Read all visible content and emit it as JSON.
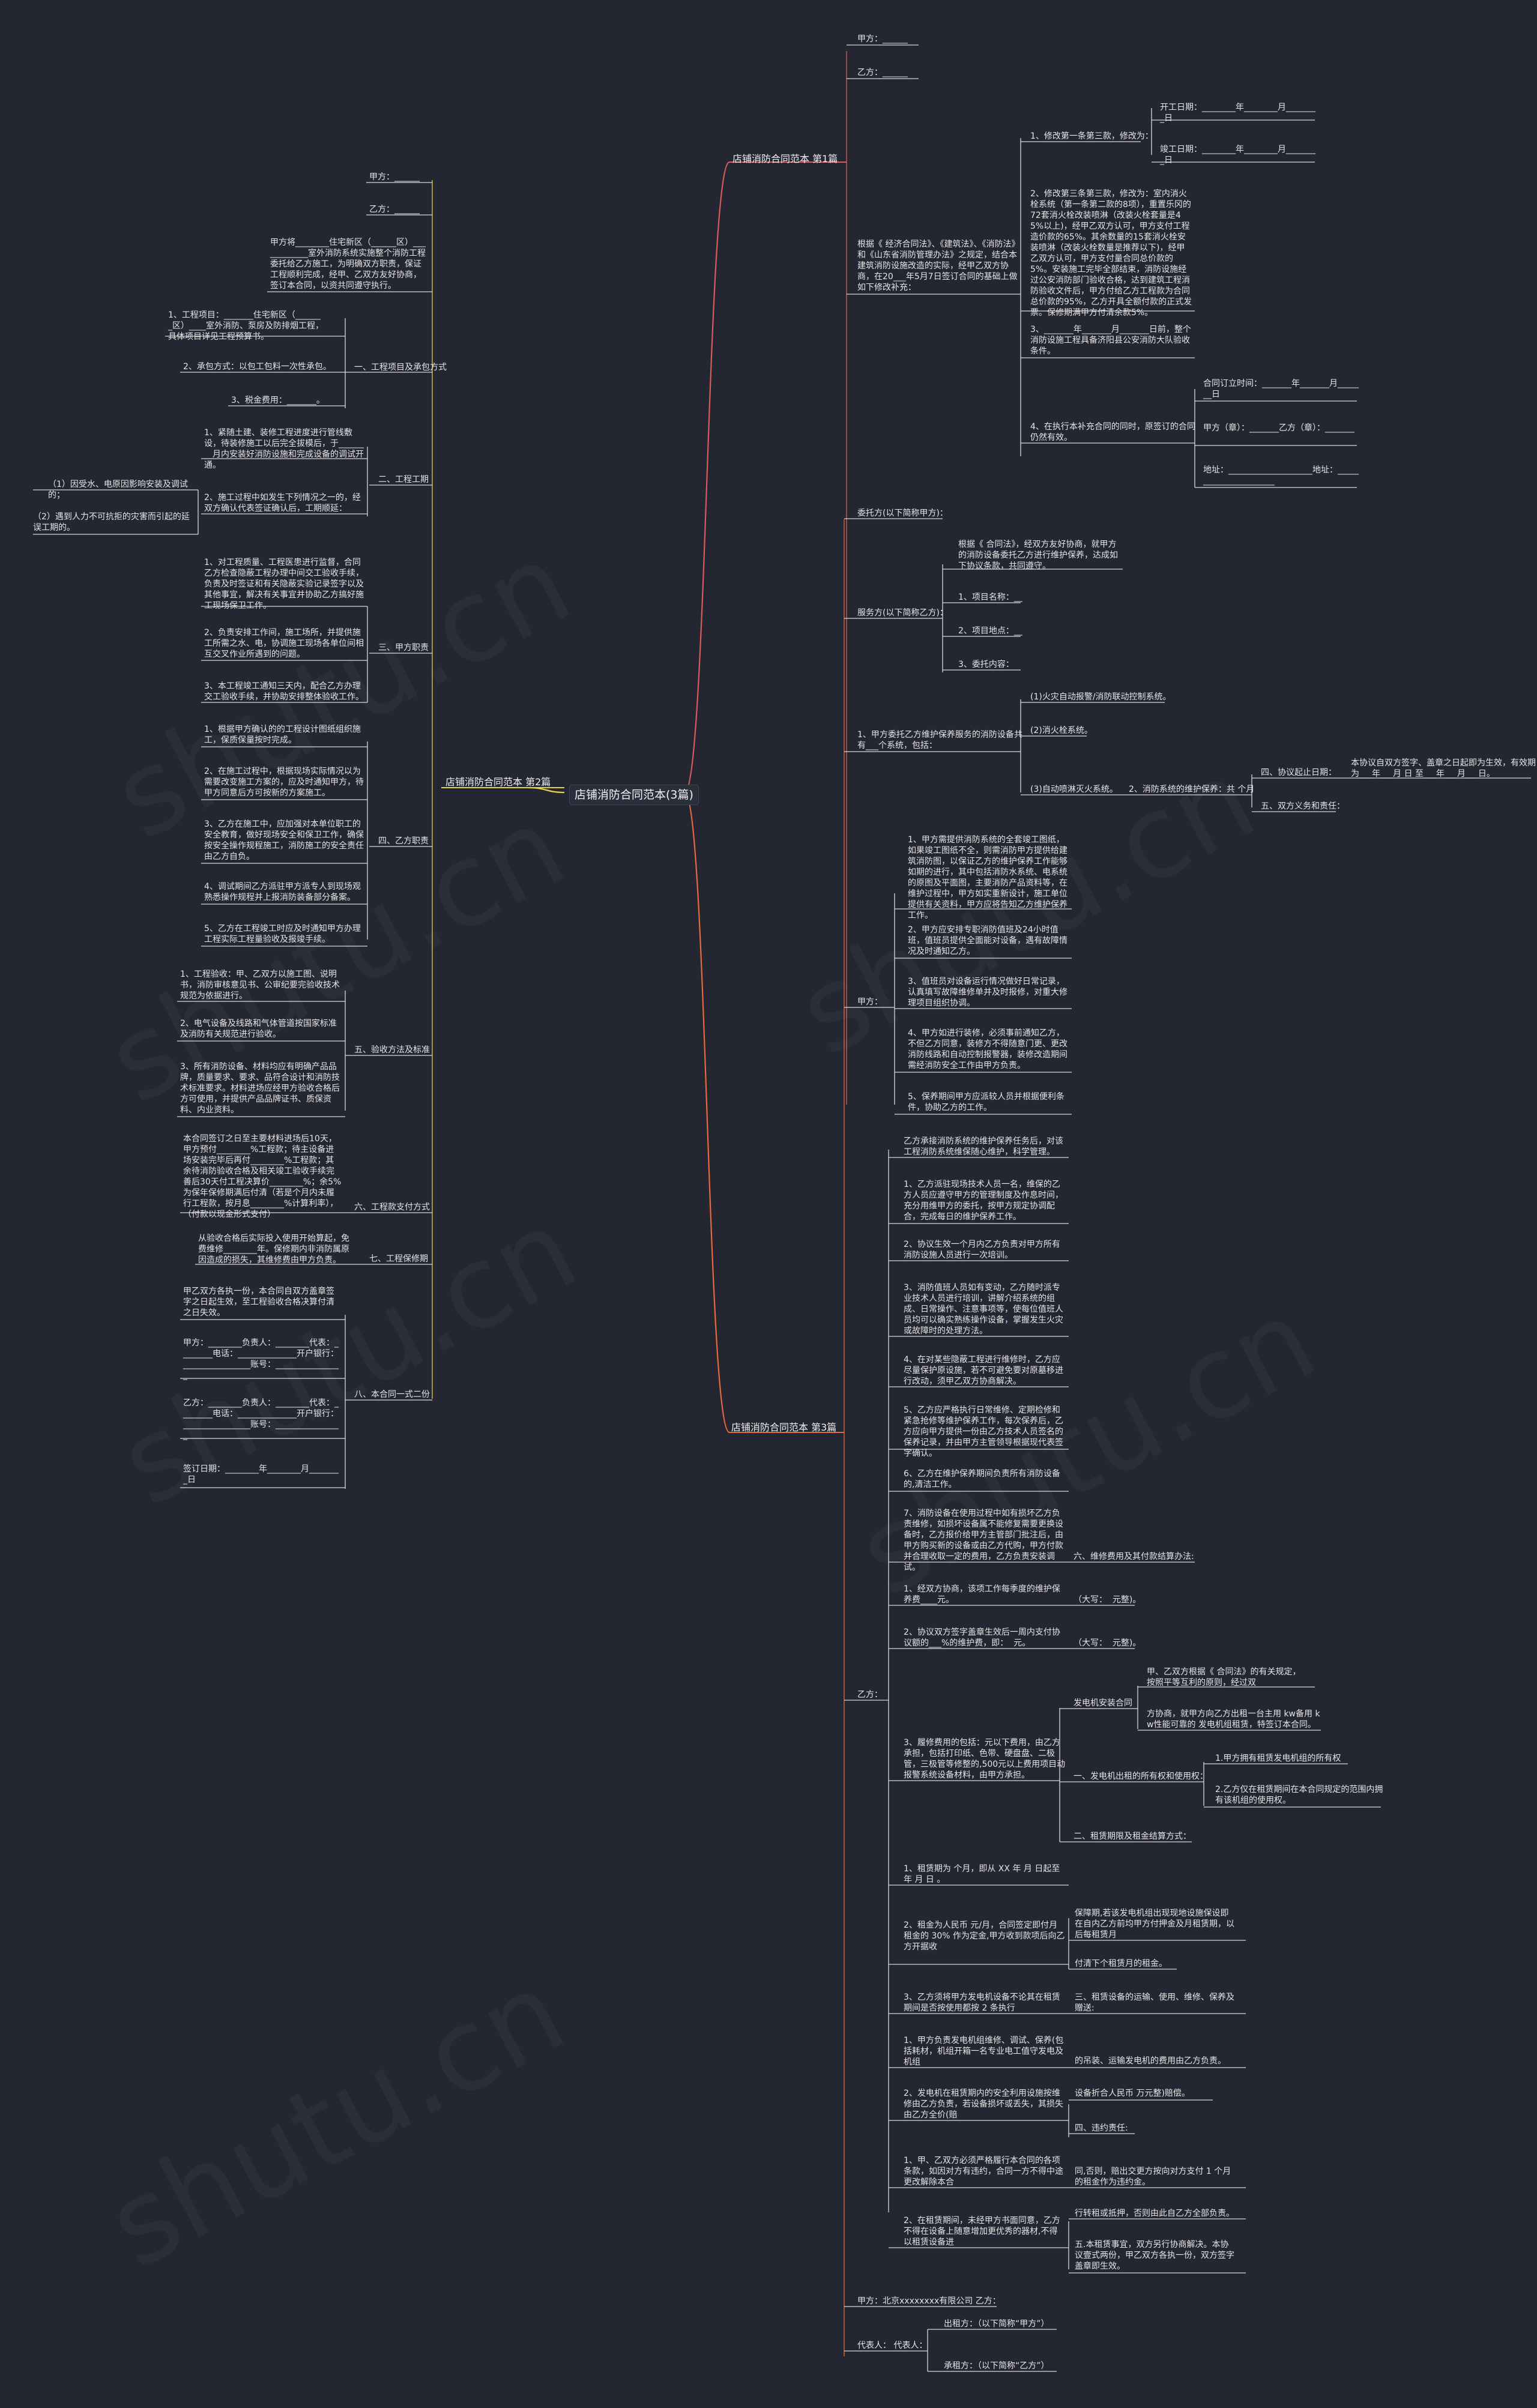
{
  "root": "店铺消防合同范本(3篇)",
  "colors": {
    "background": "#242632",
    "branch1": "#d95b5b",
    "branch2": "#e4d24a",
    "branch3": "#e66a3c",
    "lines": "#d9d9d9"
  },
  "b1": {
    "title": "店铺消防合同范本 第1篇",
    "a": "甲方：______",
    "b": "乙方：______",
    "intro": "根据《 经济合同法》、《建筑法》、《消防法》和《山东省消防管理办法》之规定，结合本建筑消防设施改造的实际，经甲乙双方协商，在20___年5月7日签订合同的基础上做如下修改补充：",
    "m1": "1、修改第一条第三款，修改为：",
    "m1a": "开工日期：________年________月________日",
    "m1b": "竣工日期：________年________月________日",
    "m2": "2、修改第三条第三款，修改为：室内消火栓系统（第一条第二款的8项），重置乐冈的72套消火栓改装喷淋（改装火栓套量是45%以上)，经甲乙双方认可，甲方支付工程造价款的65%。其余数量的15套消火栓安装喷淋（改装火栓数量是推荐以下)，经甲乙双方认可，甲方支付量合同总价款的5%。安装施工完毕全部结束，消防设施经过公安消防部门验收合格，达到建筑工程消防验收文件后，甲方付给乙方工程款为合同总价款的95%，乙方开具全额付款的正式发票。保修期满甲方付清余款5%。",
    "m3": "3、_______年_______月_______日前，整个消防设施工程具备济阳县公安消防大队验收条件。",
    "m4": "4、在执行本补充合同的同时，原签订的合同仍然有效。",
    "m4a": "合同订立时间：_______年_______月_______日",
    "m4b": "甲方（章）：_______乙方（章）：_______",
    "m4c": "地址：____________________地址：______________________"
  },
  "b2": {
    "title": "店铺消防合同范本 第2篇",
    "a": "甲方：______",
    "b": "乙方：______",
    "intro": "甲方将________住宅新区（______区）____________室外消防系统实施整个消防工程委托给乙方施工，为明确双方职责，保证工程顺利完成，经甲、乙双方友好协商，签订本合同，以资共同遵守执行。",
    "s1": "一、工程项目及承包方式",
    "s1a": "1、工程项目：_______住宅新区（_______区）____室外消防、泵房及防排烟工程，具体项目详见工程预算书。",
    "s1b": "2、承包方式：以包工包料一次性承包。",
    "s1c": "3、税金费用：_______。",
    "s2": "二、工程工期",
    "s2a": "1、紧随土建、装修工程进度进行管线敷设，待装修施工以后完全拔模后，于________月内安装好消防设施和完成设备的调试开通。",
    "s2b": "2、施工过程中如发生下列情况之一的，经双方确认代表签证确认后，工期顺延：",
    "s2b1": "（1）因受水、电原因影响安装及调试的；",
    "s2b2": "（2）遇到人力不可抗拒的灾害而引起的延误工期的。",
    "s3": "三、甲方职责",
    "s3a": "1、对工程质量、工程医患进行监督，合同乙方检查隐蔽工程办理中间交工验收手续，负责及时签证和有关隐蔽实验记录签字以及其他事宜，解决有关事宜并协助乙方搞好施工现场保卫工作。",
    "s3b": "2、负责安排工作间，施工场所，并提供施工所需之水、电，协调施工现场各单位间相互交叉作业所遇到的问题。",
    "s3c": "3、本工程竣工通知三天内，配合乙方办理交工验收手续，并协助安排整体验收工作。",
    "s4": "四、乙方职责",
    "s4a": "1、根据甲方确认的的工程设计图纸组织施工，保质保量按时完成。",
    "s4b": "2、在施工过程中，根据现场实际情况以为需要改变施工方案的，应及时通知甲方，待甲方同意后方可按新的方案施工。",
    "s4c": "3、乙方在施工中，应加强对本单位职工的安全教育，做好现场安全和保卫工作，确保按安全操作规程施工，消防施工的安全责任由乙方自负。",
    "s4d": "4、调试期间乙方派驻甲方派专人到现场观熟悉操作规程并上报消防装备部分备案。",
    "s4e": "5、乙方在工程竣工时应及时通知甲方办理工程实际工程量验收及报竣手续。",
    "s5": "五、验收方法及标准",
    "s5a": "1、工程验收：甲、乙双方以施工图、说明书，消防审核意见书、公审纪要完验收技术规范为依据进行。",
    "s5b": "2、电气设备及线路和气体管道按国家标准及消防有关规范进行验收。",
    "s5c": "3、所有消防设备、材料均应有明确产品品牌，质量要求、要求、品符合设计和消防技术标准要求。材料进场应经甲方验收合格后方可使用，并提供产品品牌证书、质保资料、内业资料。",
    "s6": "六、工程款支付方式",
    "s6a": "本合同签订之日至主要材料进场后10天，甲方预付________%工程款；待主设备进场安装完毕后再付________%工程款；其余待消防验收合格及相关竣工验收手续完善后30天付工程决算价________%；余5%为保年保修期满后付清（若是个月内未履行工程款，按月息________%计算利率），（付款以现金形式支付）",
    "s7": "七、工程保修期",
    "s7a": "从验收合格后实际投入使用开始算起，免费维修________年。保修期内非消防属原因造成的损失，其维修费由甲方负责。",
    "s8": "八、本合同一式二份",
    "s8a": "甲乙双方各执一份，本合同自双方盖章签字之日起生效，至工程验收合格决算付清之日失效。",
    "s8b": "甲方：________负责人：________代表：________电话：______________开户银行：________________账号：________________",
    "s8c": "乙方：________负责人：________代表：________电话：______________开户银行：________________账号：________________",
    "s8d": "签订日期：________年________月________日"
  },
  "b3": {
    "title": "店铺消防合同范本 第3篇",
    "w": "委托方(以下简称甲方)：",
    "f": "服务方(以下简称乙方)：",
    "fa": "根据《 合同法》，经双方友好协商，就甲方的消防设备委托乙方进行维护保养，达成如下协议条款，共同遵守。",
    "fb": "1、项目名称：__",
    "fc": "2、项目地点：__",
    "fd": "3、委托内容：",
    "y1": "1、甲方委托乙方维护保养服务的消防设备共有___个系统，包括：",
    "y1a": "(1)火灾自动报警/消防联动控制系统。",
    "y1b": "(2)消火栓系统。",
    "y1c": "(3)自动喷淋灭火系统。",
    "y1d": "2、消防系统的维护保养：共 个月",
    "y1e": "四、协议起止日期：",
    "y1f": "本协议自双方签字、盖章之日起即为生效，有效期为___年___月 日 至___年___月___日。",
    "y1g": "五、双方义务和责任：",
    "ja": "甲方：",
    "ja1": "1、甲方需提供消防系统的全套竣工图纸，如果竣工图纸不全，则需消防甲方提供给建筑消防图，以保证乙方的维护保养工作能够如期的进行，其中包括消防水系统、电系统的原图及平面图，主要消防产品资料等，在维护过程中，甲方如实重新设计，施工单位提供有关资料，甲方应将告知乙方维护保养工作。",
    "ja2": "2、甲方应安排专职消防值班及24小时值班，值班员提供全面能对设备，遇有故障情况及时通知乙方。",
    "ja3": "3、值班员对设备运行情况做好日常记录，认真填写故障维修单并及时报修，对重大修理项目组织协调。",
    "ja4": "4、甲方如进行装修，必须事前通知乙方，不但乙方同意，装修方不得随意门更、更改消防线路和自动控制报警器，装修改造期间需经消防安全工作由甲方负责。",
    "ja5": "5、保养期间甲方应派较人员并根据便利条件，协助乙方的工作。",
    "yi": "乙方：",
    "yi0": "乙方承接消防系统的维护保养任务后，对该工程消防系统维保随心维护，科学管理。",
    "yi1": "1、乙方派驻现场技术人员一名，维保的乙方人员应遵守甲方的管理制度及作息时间，充分用维甲方的委托，按甲方规定协调配合，完成每日的维护保养工作。",
    "yi2": "2、协议生效一个月内乙方负责对甲方所有消防设施人员进行一次培训。",
    "yi3": "3、消防值班人员如有变动，乙方随时派专业技术人员进行培训，讲解介绍系统的组成、日常操作、注意事项等，使每位值班人员均可以确实熟练操作设备，掌握发生火灾或故障时的处理方法。",
    "yi4": "4、在对某些隐蔽工程进行维修时，乙方应尽量保护原设施，若不可避免要对原墓移进行改动，须甲乙双方协商解决。",
    "yi5": "5、乙方应严格执行日常维修、定期检修和紧急抢修等维护保养工作，每次保养后，乙方应向甲方提供一份由乙方技术人员签名的保养记录，并由甲方主管领导根据现代表签字确认。",
    "yi6": "6、乙方在维护保养期间负责所有消防设备的,清洁工作。",
    "yi7": "7、消防设备在使用过程中如有损坏乙方负责维修，如损坏设备属不能修复需要更换设备时，乙方报价给甲方主管部门批注后，由甲方购买新的设备或由乙方代购，甲方付款并合理收取一定的费用，乙方负责安装调试。",
    "yi7a": "六、维修费用及其付款结算办法:",
    "yi8": "1、经双方协商，该项工作每季度的维护保养费____元。",
    "yi8a": "（大写：  元整)。",
    "yi9": "2、协议双方签字盖章生效后一周内支付协议额的___%的维护费，即：  元。",
    "yi9a": "（大写：  元整)。",
    "d0": "发电机安装合同",
    "d0a": "甲、乙双方根据《 合同法》的有关规定，按照平等互利的原则，经过双",
    "d0b": "方协商，就甲方向乙方出租一台主用 kw备用 kw性能可靠的 发电机组租赁，特签订本合同。",
    "d1": "一、发电机出租的所有权和使用权：",
    "d1a": "1.甲方拥有租赁发电机组的所有权",
    "d1b": "2.乙方仅在租赁期间在本合同规定的范围内拥有该机组的使用权。",
    "d2": "二、租赁期限及租金结算方式：",
    "y3": "3、履修费用的包括：元以下费用，由乙方承担，包括打印纸、色带、硬盘盘、二极管，三极管等修整的,500元以上费用项目动报警系统设备材料，由甲方承担。",
    "r1": "1、租赁期为 个月，即从 XX 年 月 日起至 年 月 日 。",
    "r2": "2、租金为人民币 元/月，合同签定即付月租金的 30% 作为定金,甲方收到款项后向乙方开据收",
    "r2a": "保障期,若该发电机组出现现地设施保设即在自内乙方前均甲方付押金及月租赁期，以后每租赁月",
    "r2b": "付清下个租赁月的租金。",
    "r3": "3、乙方须将甲方发电机设备不论其在租赁期间是否按使用都按 2 条执行",
    "r3a": "三、租赁设备的运输、使用、维修、保养及赠送:",
    "r4": "1、甲方负责发电机组维修、调试、保养(包括耗材，机组开箱一名专业电工值守发电及机组",
    "r4a": "的吊装、运输发电机的费用由乙方负责。",
    "r5": "2、发电机在租赁期内的安全利用设施按维修由乙方负责，若设备损坏或丢失，其损失由乙方全价(赔",
    "r5a": "设备折合人民币 万元整)赔偿。",
    "r5b": "四、违约责任:",
    "r6": "1、甲、乙双方必须严格履行本合同的各项条款，如因对方有违约，合同一方不得中途更改解除本合",
    "r6a": "同,否则，赔出交更方按向对方支付 1 个月的租金作为违约金。",
    "r7": "2、在租赁期间，未经甲方书面同意，乙方不得在设备上随意增加更优秀的器材,不得以租赁设备进",
    "r7a": "行转租或抵押，否则由此自乙方全部负责。",
    "r7b": "五.本租赁事宜，双方另行协商解决。本协议壹式两份，甲乙双方各执一份，双方签字 盖章即生效。",
    "sign1": "甲方：北京xxxxxxxx有限公司 乙方：",
    "sign2": "代表人： 代表人：",
    "sign2a": "出租方：（以下简称“甲方”）",
    "sign2b": "承租方：（以下简称“乙方”）"
  },
  "watermarks": [
    "shutu.cn",
    "shutu.cn",
    "shutu.cn",
    "shutu.cn"
  ]
}
